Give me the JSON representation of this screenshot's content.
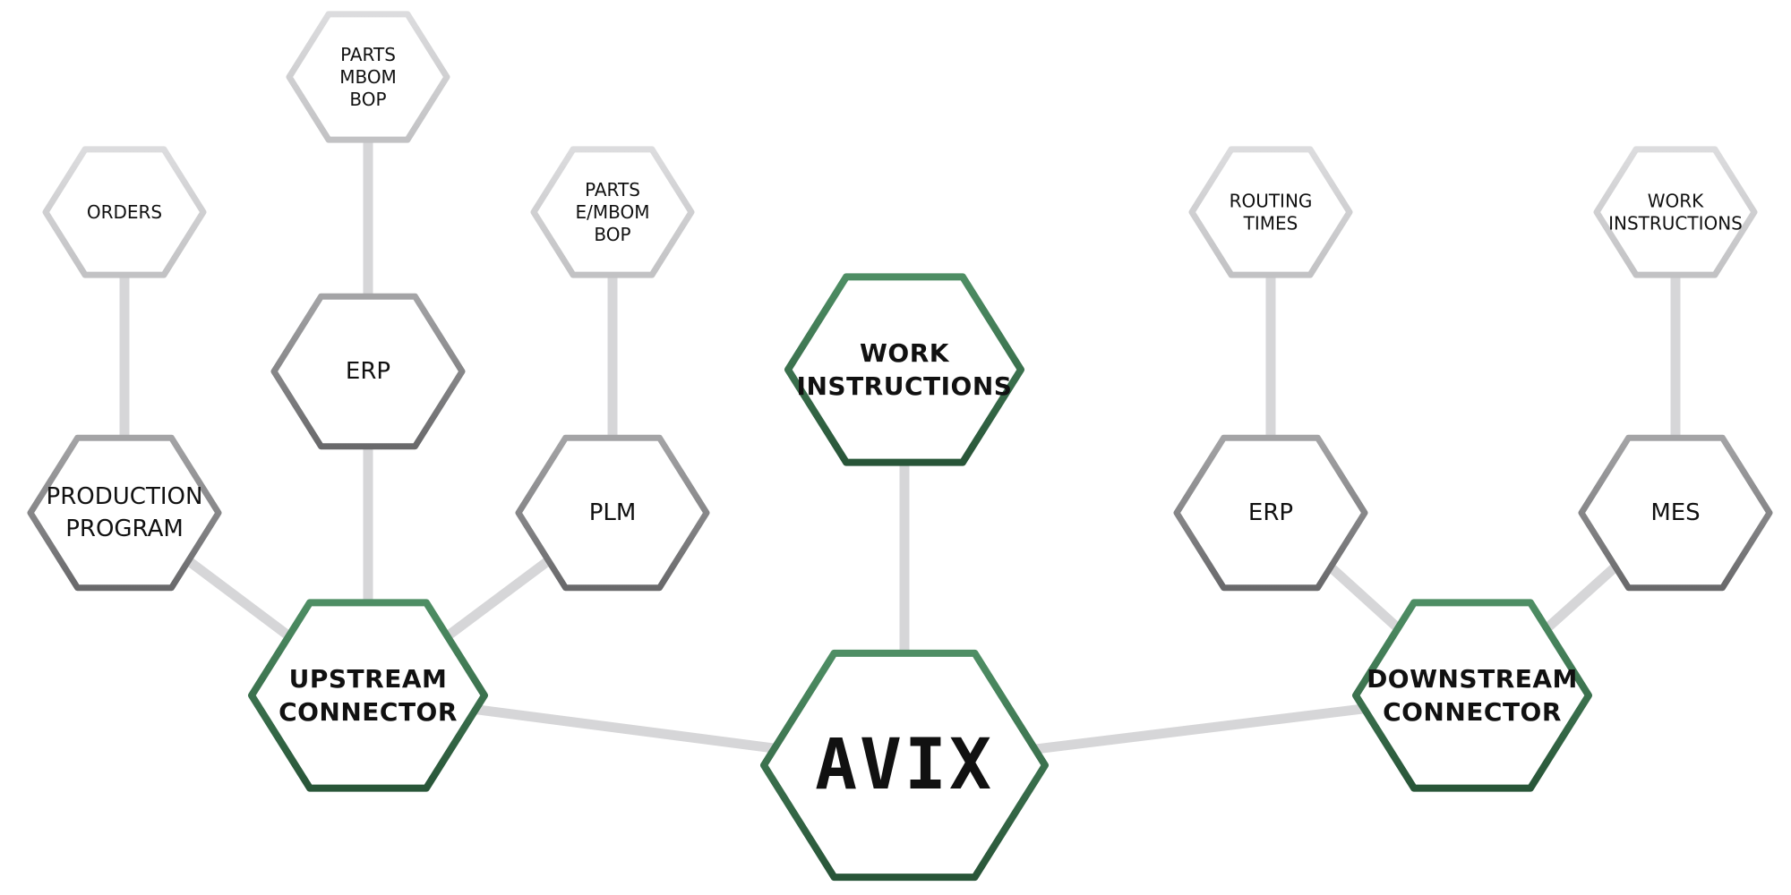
{
  "colors": {
    "accent_green": "#4a8a60",
    "accent_green_dark": "#285a3a",
    "connector_line": "#d6d6d8",
    "hex_light": "#d9d9db",
    "hex_mid": "#8f8f91"
  },
  "nodes": {
    "orders": {
      "lines": [
        "ORDERS"
      ]
    },
    "parts_mbom_bop": {
      "lines": [
        "PARTS",
        "MBOM",
        "BOP"
      ]
    },
    "parts_embom_bop": {
      "lines": [
        "PARTS",
        "E/MBOM",
        "BOP"
      ]
    },
    "routing_times": {
      "lines": [
        "ROUTING",
        "TIMES"
      ]
    },
    "work_instructions_small": {
      "lines": [
        "WORK",
        "INSTRUCTIONS"
      ]
    },
    "production_program": {
      "lines": [
        "PRODUCTION",
        "PROGRAM"
      ]
    },
    "erp_upstream": {
      "lines": [
        "ERP"
      ]
    },
    "plm": {
      "lines": [
        "PLM"
      ]
    },
    "erp_downstream": {
      "lines": [
        "ERP"
      ]
    },
    "mes": {
      "lines": [
        "MES"
      ]
    },
    "work_instructions_main": {
      "lines": [
        "WORK",
        "INSTRUCTIONS"
      ]
    },
    "upstream_connector": {
      "lines": [
        "UPSTREAM",
        "CONNECTOR"
      ]
    },
    "downstream_connector": {
      "lines": [
        "DOWNSTREAM",
        "CONNECTOR"
      ]
    },
    "avix": {
      "lines": [
        "AVIX"
      ]
    }
  }
}
